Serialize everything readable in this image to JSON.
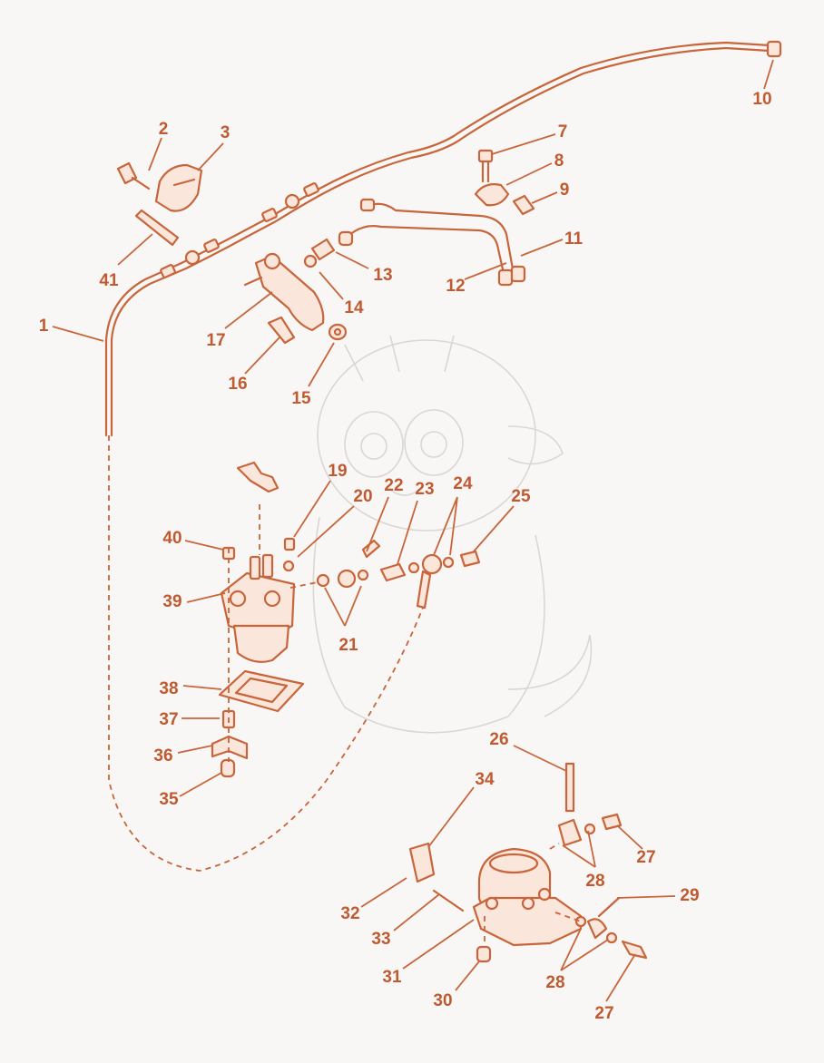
{
  "diagram": {
    "callouts": [
      "1",
      "2",
      "3",
      "41",
      "7",
      "8",
      "9",
      "10",
      "11",
      "12",
      "13",
      "14",
      "15",
      "16",
      "17",
      "19",
      "20",
      "22",
      "23",
      "24",
      "25",
      "21",
      "40",
      "39",
      "38",
      "37",
      "36",
      "35",
      "26",
      "27",
      "28",
      "34",
      "32",
      "33",
      "31",
      "30",
      "29",
      "28",
      "27"
    ]
  }
}
